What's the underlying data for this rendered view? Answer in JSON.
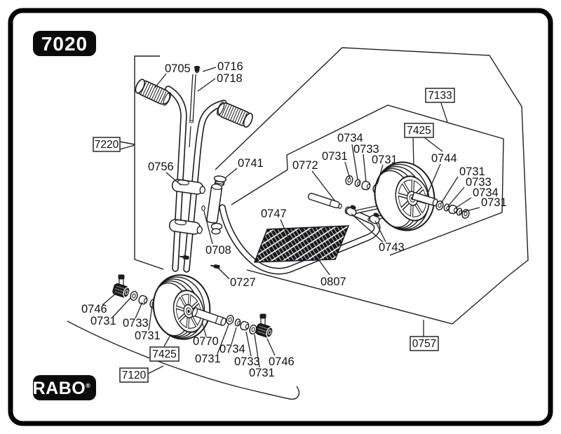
{
  "badges": {
    "model": "7020",
    "brand": "RABO",
    "registered": "®"
  },
  "parts": {
    "p0705": "0705",
    "p0708": "0708",
    "p0716": "0716",
    "p0718": "0718",
    "p0727": "0727",
    "p0731": "0731",
    "p0733": "0733",
    "p0734": "0734",
    "p0741": "0741",
    "p0743": "0743",
    "p0744": "0744",
    "p0746": "0746",
    "p0747": "0747",
    "p0756": "0756",
    "p0757": "0757",
    "p0770": "0770",
    "p0772": "0772",
    "p0807": "0807",
    "p7120": "7120",
    "p7133": "7133",
    "p7220": "7220",
    "p7425": "7425"
  }
}
